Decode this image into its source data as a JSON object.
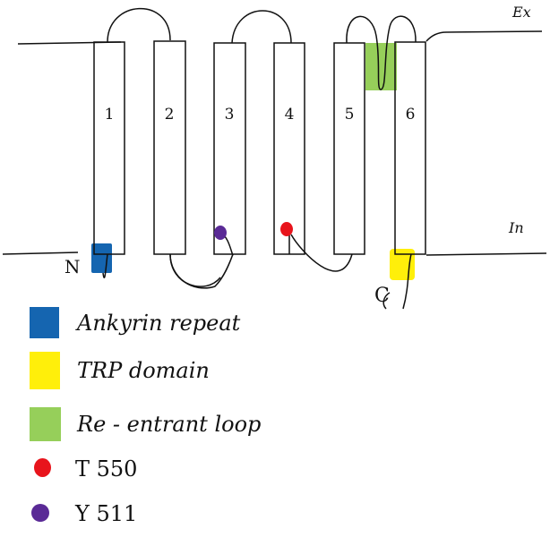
{
  "labels": {
    "extracellular": "Ex",
    "intracellular": "In",
    "n_terminus": "N",
    "c_terminus": "C"
  },
  "helices": [
    "1",
    "2",
    "3",
    "4",
    "5",
    "6"
  ],
  "legend": [
    {
      "label": "Ankyrin repeat",
      "color": "#1565b0",
      "shape": "square"
    },
    {
      "label": "TRP domain",
      "color": "#ffef0a",
      "shape": "square"
    },
    {
      "label": "Re - entrant loop",
      "color": "#96cf5a",
      "shape": "square"
    },
    {
      "label": "T 550",
      "color": "#e8141c",
      "shape": "circle"
    },
    {
      "label": "Y 511",
      "color": "#5a2a96",
      "shape": "circle"
    }
  ]
}
